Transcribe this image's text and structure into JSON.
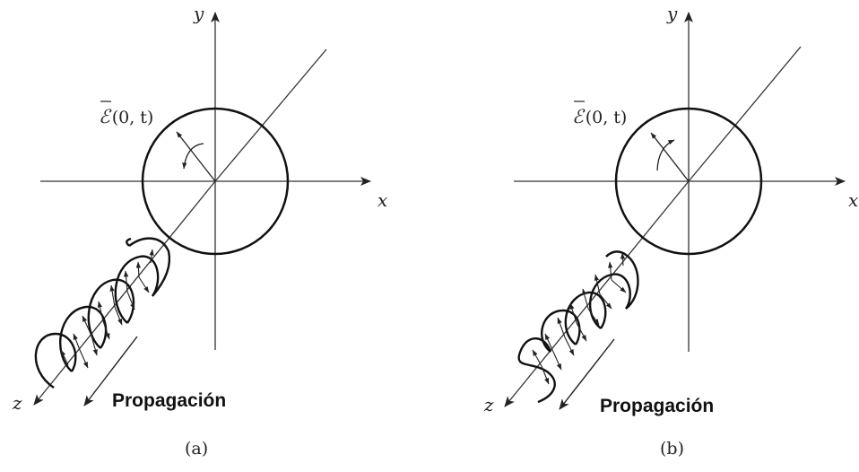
{
  "panels": [
    {
      "id": "a",
      "axis_x": "x",
      "axis_y": "y",
      "axis_z": "z",
      "field_symbol": "ℰ",
      "field_args": "(0, t)",
      "propagation": "Propagación",
      "caption": "(a)"
    },
    {
      "id": "b",
      "axis_x": "x",
      "axis_y": "y",
      "axis_z": "z",
      "field_symbol": "ℰ",
      "field_args": "(0, t)",
      "propagation": "Propagación",
      "caption": "(b)"
    }
  ]
}
